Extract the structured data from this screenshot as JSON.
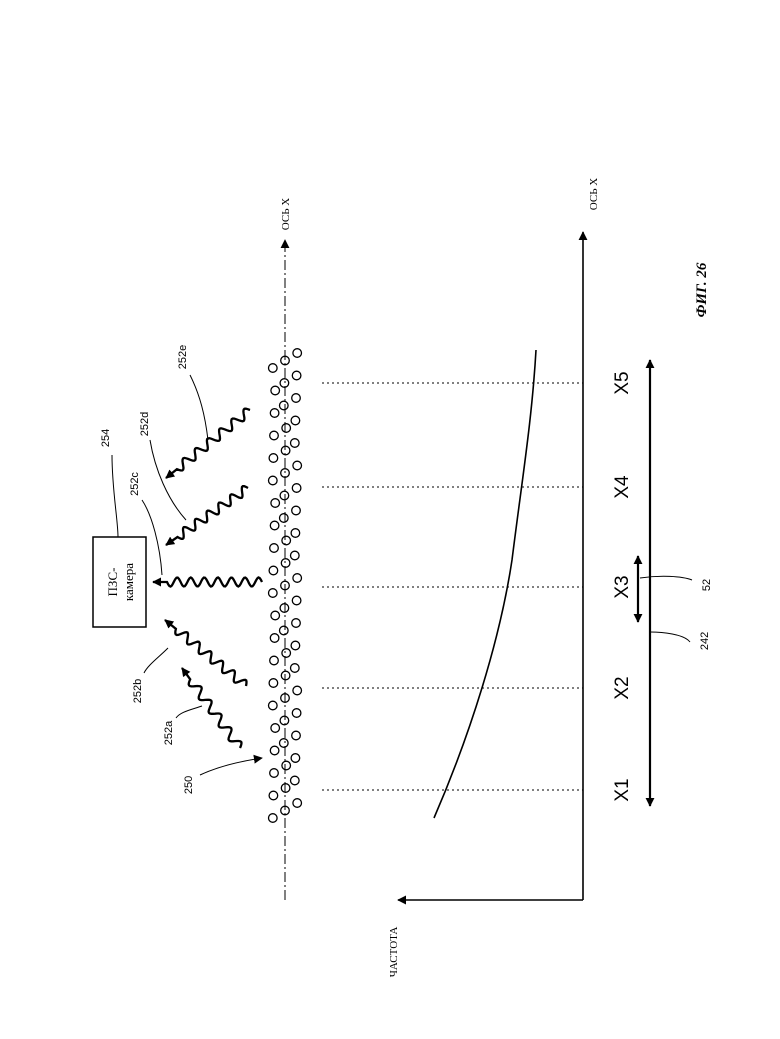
{
  "figure": {
    "caption": "ФИГ. 26",
    "camera": {
      "lines": [
        "ПЗС-",
        "камера"
      ],
      "ref": "254"
    },
    "particles_ref": "250",
    "waves": [
      "252a",
      "252b",
      "252c",
      "252d",
      "252e"
    ],
    "top_axis_label": "ОСЬ X",
    "bottom_axis_label": "ОСЬ X",
    "y_axis_label": "ЧАСТОТА",
    "positions": [
      "X1",
      "X2",
      "X3",
      "X4",
      "X5"
    ],
    "range_refs": [
      "242",
      "52"
    ]
  }
}
